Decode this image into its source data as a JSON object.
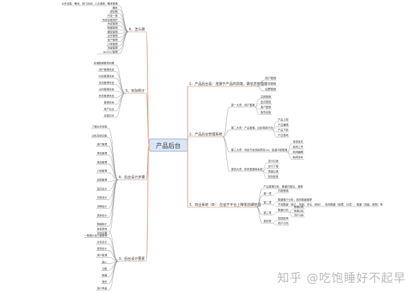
{
  "center": "产品后台",
  "right": [
    {
      "label": "1、产品后台是：连接于产品的前端，做信息管理的",
      "children": [
        "用户管理",
        "订单管理",
        "设置管理"
      ]
    },
    {
      "label": "2、产品后台管理系统",
      "children": [
        {
          "label": "第一大类：用户管理",
          "children": [
            "注册管理",
            "会员管理",
            "用户管理",
            "角色权限"
          ]
        },
        {
          "label": "第二大类：产品管理，比如电商平台",
          "children": [
            "产品上架",
            "产品编辑",
            "产品下架",
            "产品查询"
          ]
        },
        {
          "label": "第三大类：项目开发流程类的OA，或者内容管理",
          "children": [
            "审核发布",
            "新闻上传",
            "新闻编辑",
            "新闻发布"
          ]
        },
        {
          "label": "第四大类：财务管理等系统",
          "children": [
            "支付记录",
            "支付下载",
            "流量记录",
            "财务报表"
          ]
        }
      ]
    },
    {
      "label": "3、商业系统（B）：应运于平台上降低前期管理",
      "children": [
        "产品推理分析、数据内容及、报表",
        {
          "label": "第一类",
          "children": [
            "内容营销"
          ]
        },
        {
          "label": "第二类",
          "children": [
            "数据推介分析，商务数据推荐",
            "开发数据（用户、年龄、评论、粉丝）、商务数据（收费、分成）、数据（流量、新购）等"
          ]
        },
        {
          "label": "第三类",
          "children": [
            {
              "label": "数据分析",
              "children": [
                "数据分析",
                "数据分析",
                "用户分析"
              ]
            }
          ]
        },
        {
          "label": "第四类",
          "children": [
            "规划效率",
            "用户分析"
          ]
        }
      ]
    }
  ],
  "left": [
    {
      "label": "6、怎么做",
      "children": [
        "业务流程：需求、部门协调、人员调度、需求看清",
        "需求",
        "原型图",
        "开发一周",
        "系统运营维护",
        "内容管理",
        "数据管理",
        "模型管理",
        "合作管理",
        "用户管理",
        "订单管理",
        "流量管理",
        "Banner管理"
      ]
    },
    {
      "label": "5、实际例子",
      "children": [
        "前端数据看到的看",
        "用户管理系统",
        "内容管理系统",
        "商品管理系统",
        "出住管理系统",
        "财务管理系统",
        "管理系统",
        "用户后台",
        "运营后台"
      ]
    },
    {
      "label": "4、后台设计步骤",
      "children": [
        "了解业务流程",
        "分析系统功能",
        "用户管理",
        "角色管理",
        "商品管理",
        "订单管理",
        "权限管理",
        "首页设计",
        "列表设计",
        "详情设计",
        "表单设计",
        "数据统计",
        "系统设置"
      ]
    },
    {
      "label": "3、后台设计要素",
      "children": [
        "信息架构",
        "一般展示出三级菜单",
        "交互设计",
        "视觉设计",
        "用户管理",
        "输入",
        "功能",
        "数据",
        "操作",
        "用户界面"
      ]
    }
  ],
  "watermark": "知乎 @吃饱睡好不起早",
  "colors": {
    "center_fill": "#dbe6f5",
    "center_stroke": "#7a9ccb",
    "branch_line": "#d9a188",
    "branch_text": "#c0392b",
    "child_line": "#9a9a9a",
    "text": "#333333"
  }
}
